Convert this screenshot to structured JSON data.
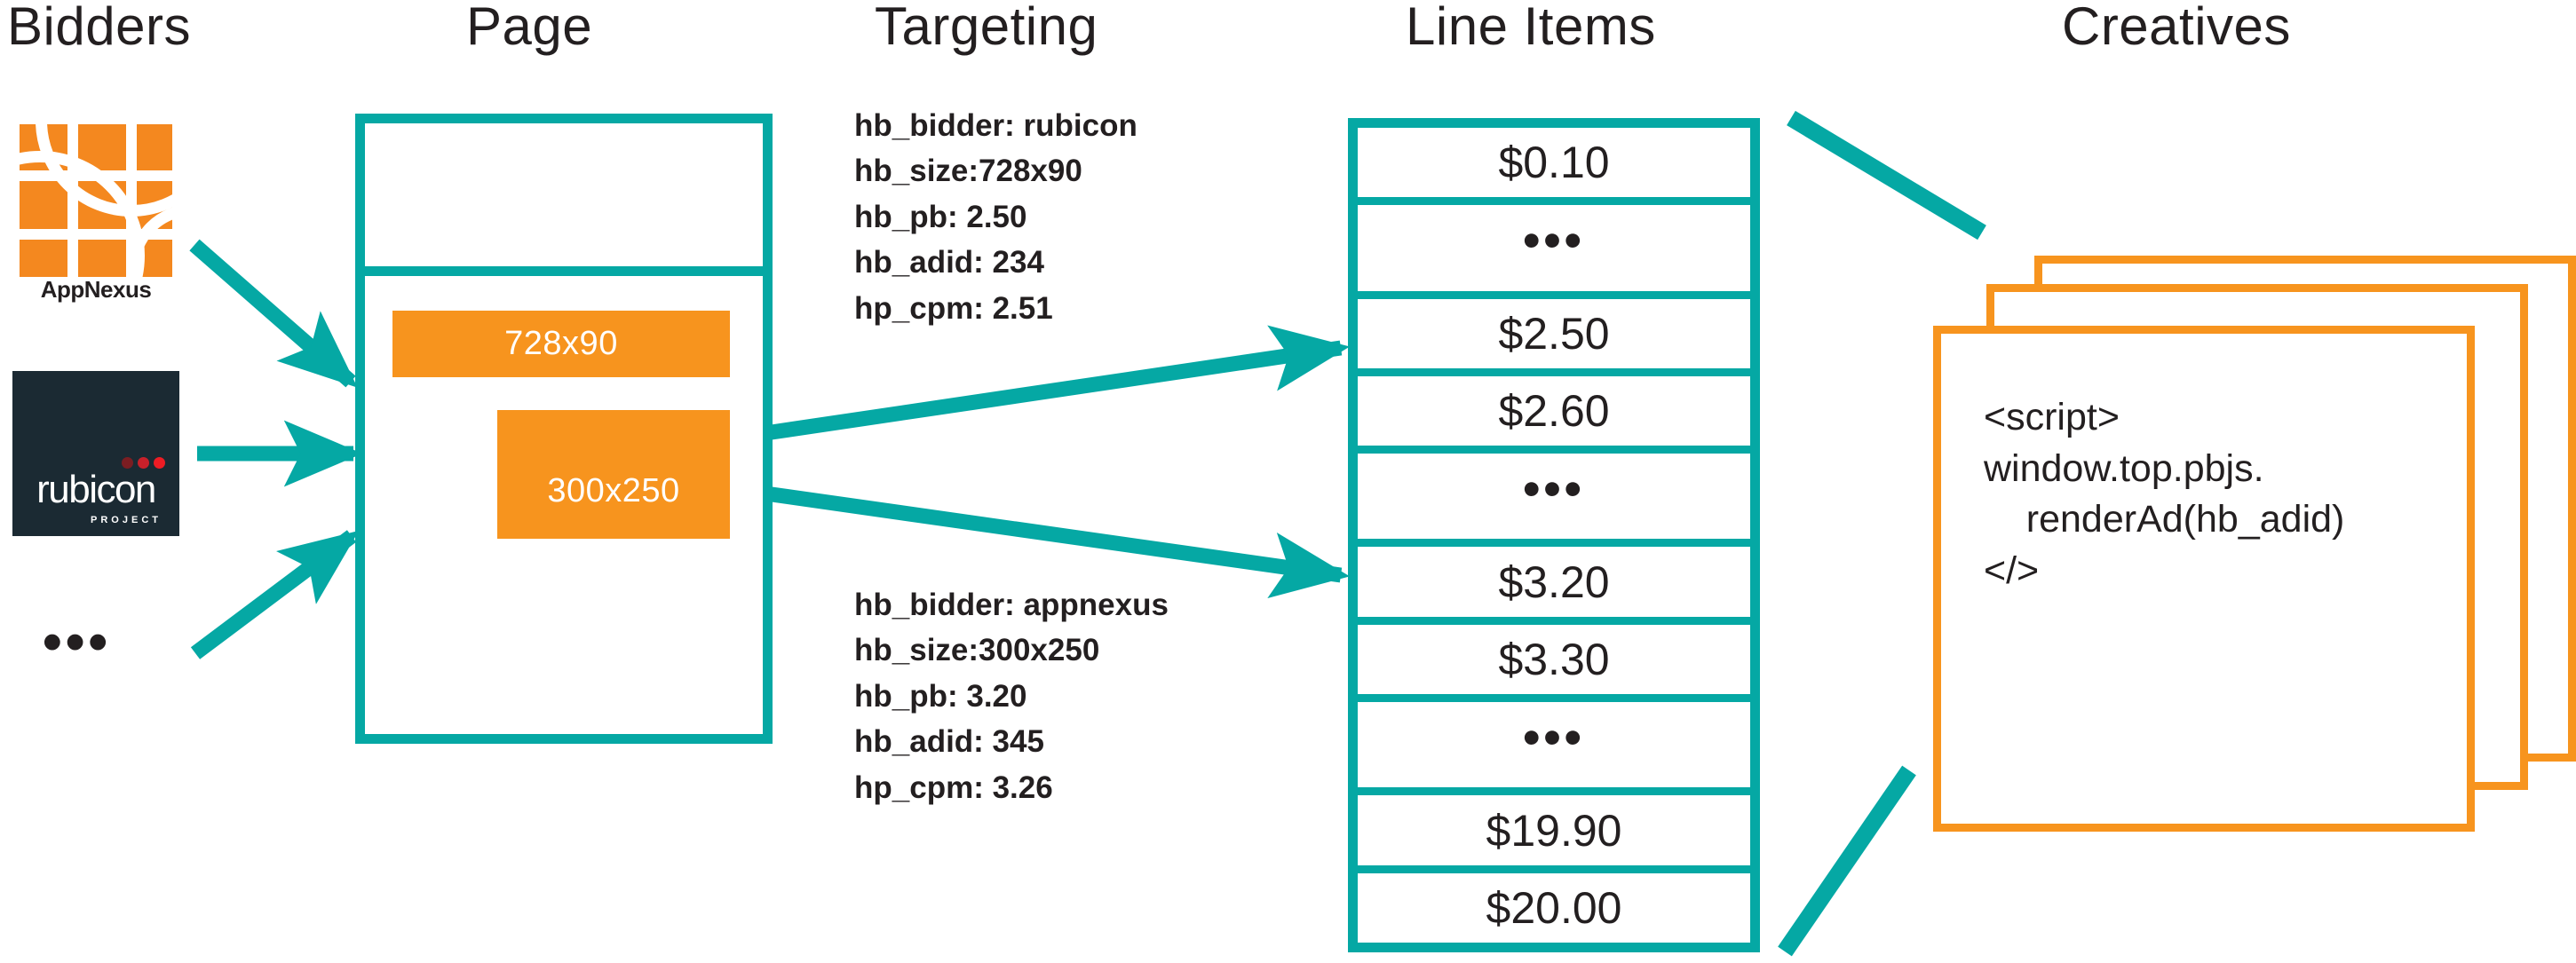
{
  "columns": [
    {
      "key": "bidders",
      "label": "Bidders"
    },
    {
      "key": "page",
      "label": "Page"
    },
    {
      "key": "targeting",
      "label": "Targeting"
    },
    {
      "key": "line_items",
      "label": "Line Items"
    },
    {
      "key": "creatives",
      "label": "Creatives"
    }
  ],
  "colors": {
    "teal": "#05A8A4",
    "orange": "#F7941E",
    "ink": "#231F20",
    "rubicon_bg": "#1B2A33",
    "rubicon_red": "#ED1C24"
  },
  "bidders": {
    "appnexus": {
      "name": "AppNexus",
      "wordmark": "AppNexus"
    },
    "rubicon": {
      "name": "rubicon",
      "wordmark": "rubicon",
      "submark": "PROJECT"
    },
    "more": "•••"
  },
  "page": {
    "ad_slots": [
      {
        "id": "leaderboard",
        "label": "728x90"
      },
      {
        "id": "mrec",
        "label": "300x250"
      }
    ]
  },
  "targeting": {
    "blocks": [
      {
        "id": "targeting-rubicon",
        "lines": [
          "hb_bidder: rubicon",
          "hb_size:728x90",
          "hb_pb: 2.50",
          "hb_adid: 234",
          "hp_cpm: 2.51"
        ]
      },
      {
        "id": "targeting-appnexus",
        "lines": [
          "hb_bidder: appnexus",
          "hb_size:300x250",
          "hb_pb: 3.20",
          "hb_adid: 345",
          "hp_cpm: 3.26"
        ]
      }
    ]
  },
  "line_items": {
    "rows": [
      {
        "label": "$0.10",
        "type": "price"
      },
      {
        "label": "•••",
        "type": "ellipsis"
      },
      {
        "label": "$2.50",
        "type": "price"
      },
      {
        "label": "$2.60",
        "type": "price"
      },
      {
        "label": "•••",
        "type": "ellipsis"
      },
      {
        "label": "$3.20",
        "type": "price"
      },
      {
        "label": "$3.30",
        "type": "price"
      },
      {
        "label": "•••",
        "type": "ellipsis"
      },
      {
        "label": "$19.90",
        "type": "price"
      },
      {
        "label": "$20.00",
        "type": "price"
      }
    ]
  },
  "creatives": {
    "code": "<script>\nwindow.top.pbjs.\n    renderAd(hb_adid)\n</>"
  }
}
